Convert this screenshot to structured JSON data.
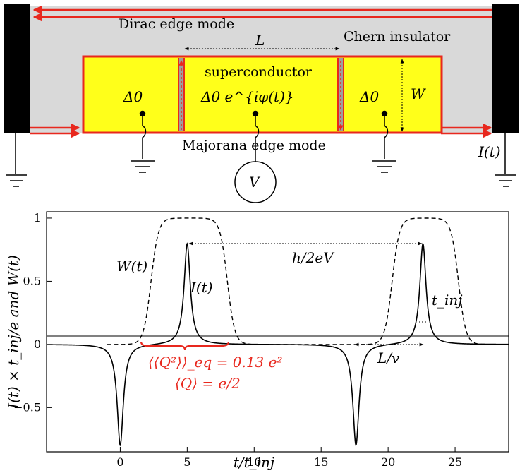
{
  "schematic": {
    "dirac_label": "Dirac edge mode",
    "chern_label": "Chern insulator",
    "sc_label": "superconductor",
    "majorana_label": "Majorana edge mode",
    "L_label": "L",
    "W_label": "W",
    "delta_left": "Δ0",
    "delta_mid": "Δ0 e^{iφ(t)}",
    "delta_right": "Δ0",
    "V_label": "V",
    "I_label": "I(t)"
  },
  "plot": {
    "ylabel": "I(t) × t_inj/e and W(t)",
    "xlabel": "t/t_inj",
    "W_curve_label": "W(t)",
    "I_curve_label": "I(t)",
    "period_label": "h/2eV",
    "tinj_label": "t_inj",
    "delay_label": "L/v",
    "noise_label": "⟨⟨Q²⟩⟩_eq = 0.13 e²",
    "charge_label": "⟨Q⟩ = e/2",
    "annotation_color": "#e8281e"
  },
  "chart_data": {
    "type": "line",
    "xlim": [
      -5.5,
      29
    ],
    "ylim": [
      -0.85,
      1.05
    ],
    "xticks": [
      0,
      5,
      10,
      15,
      20,
      25
    ],
    "yticks": [
      -0.5,
      0,
      0.5,
      1
    ],
    "ytick_labels": [
      "−0.5",
      "0",
      "0.5",
      "1"
    ],
    "current_pulses": [
      {
        "t": 0.0,
        "amplitude": -0.8
      },
      {
        "t": 5.0,
        "amplitude": 0.8
      },
      {
        "t": 17.6,
        "amplitude": -0.8
      },
      {
        "t": 22.6,
        "amplitude": 0.8
      }
    ],
    "W_windows": [
      {
        "rise_start": 1.0,
        "plateau": [
          3.6,
          7.0
        ],
        "fall_end": 9.0
      },
      {
        "rise_start": 19.0,
        "plateau": [
          21.6,
          24.2
        ],
        "fall_end": 26.3
      }
    ]
  }
}
